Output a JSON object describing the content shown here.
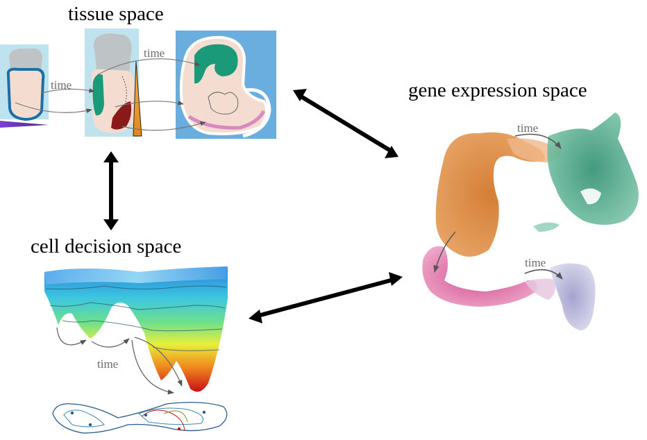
{
  "titles": {
    "tissue": "tissue space",
    "gene": "gene expression space",
    "cell": "cell decision space"
  },
  "time_labels": {
    "tissue_left": "time",
    "tissue_right": "time",
    "gene_top": "time",
    "gene_bottom": "time",
    "landscape": "time"
  },
  "colors": {
    "orange_cluster": "#d97a2a",
    "green_cluster": "#4aa88a",
    "pink_cluster": "#d9609a",
    "lavender_cluster": "#b8b6d8",
    "arrow": "#000000",
    "embryo_bg": "#6aaee0",
    "tissue_bg": "#bfe2ef"
  }
}
